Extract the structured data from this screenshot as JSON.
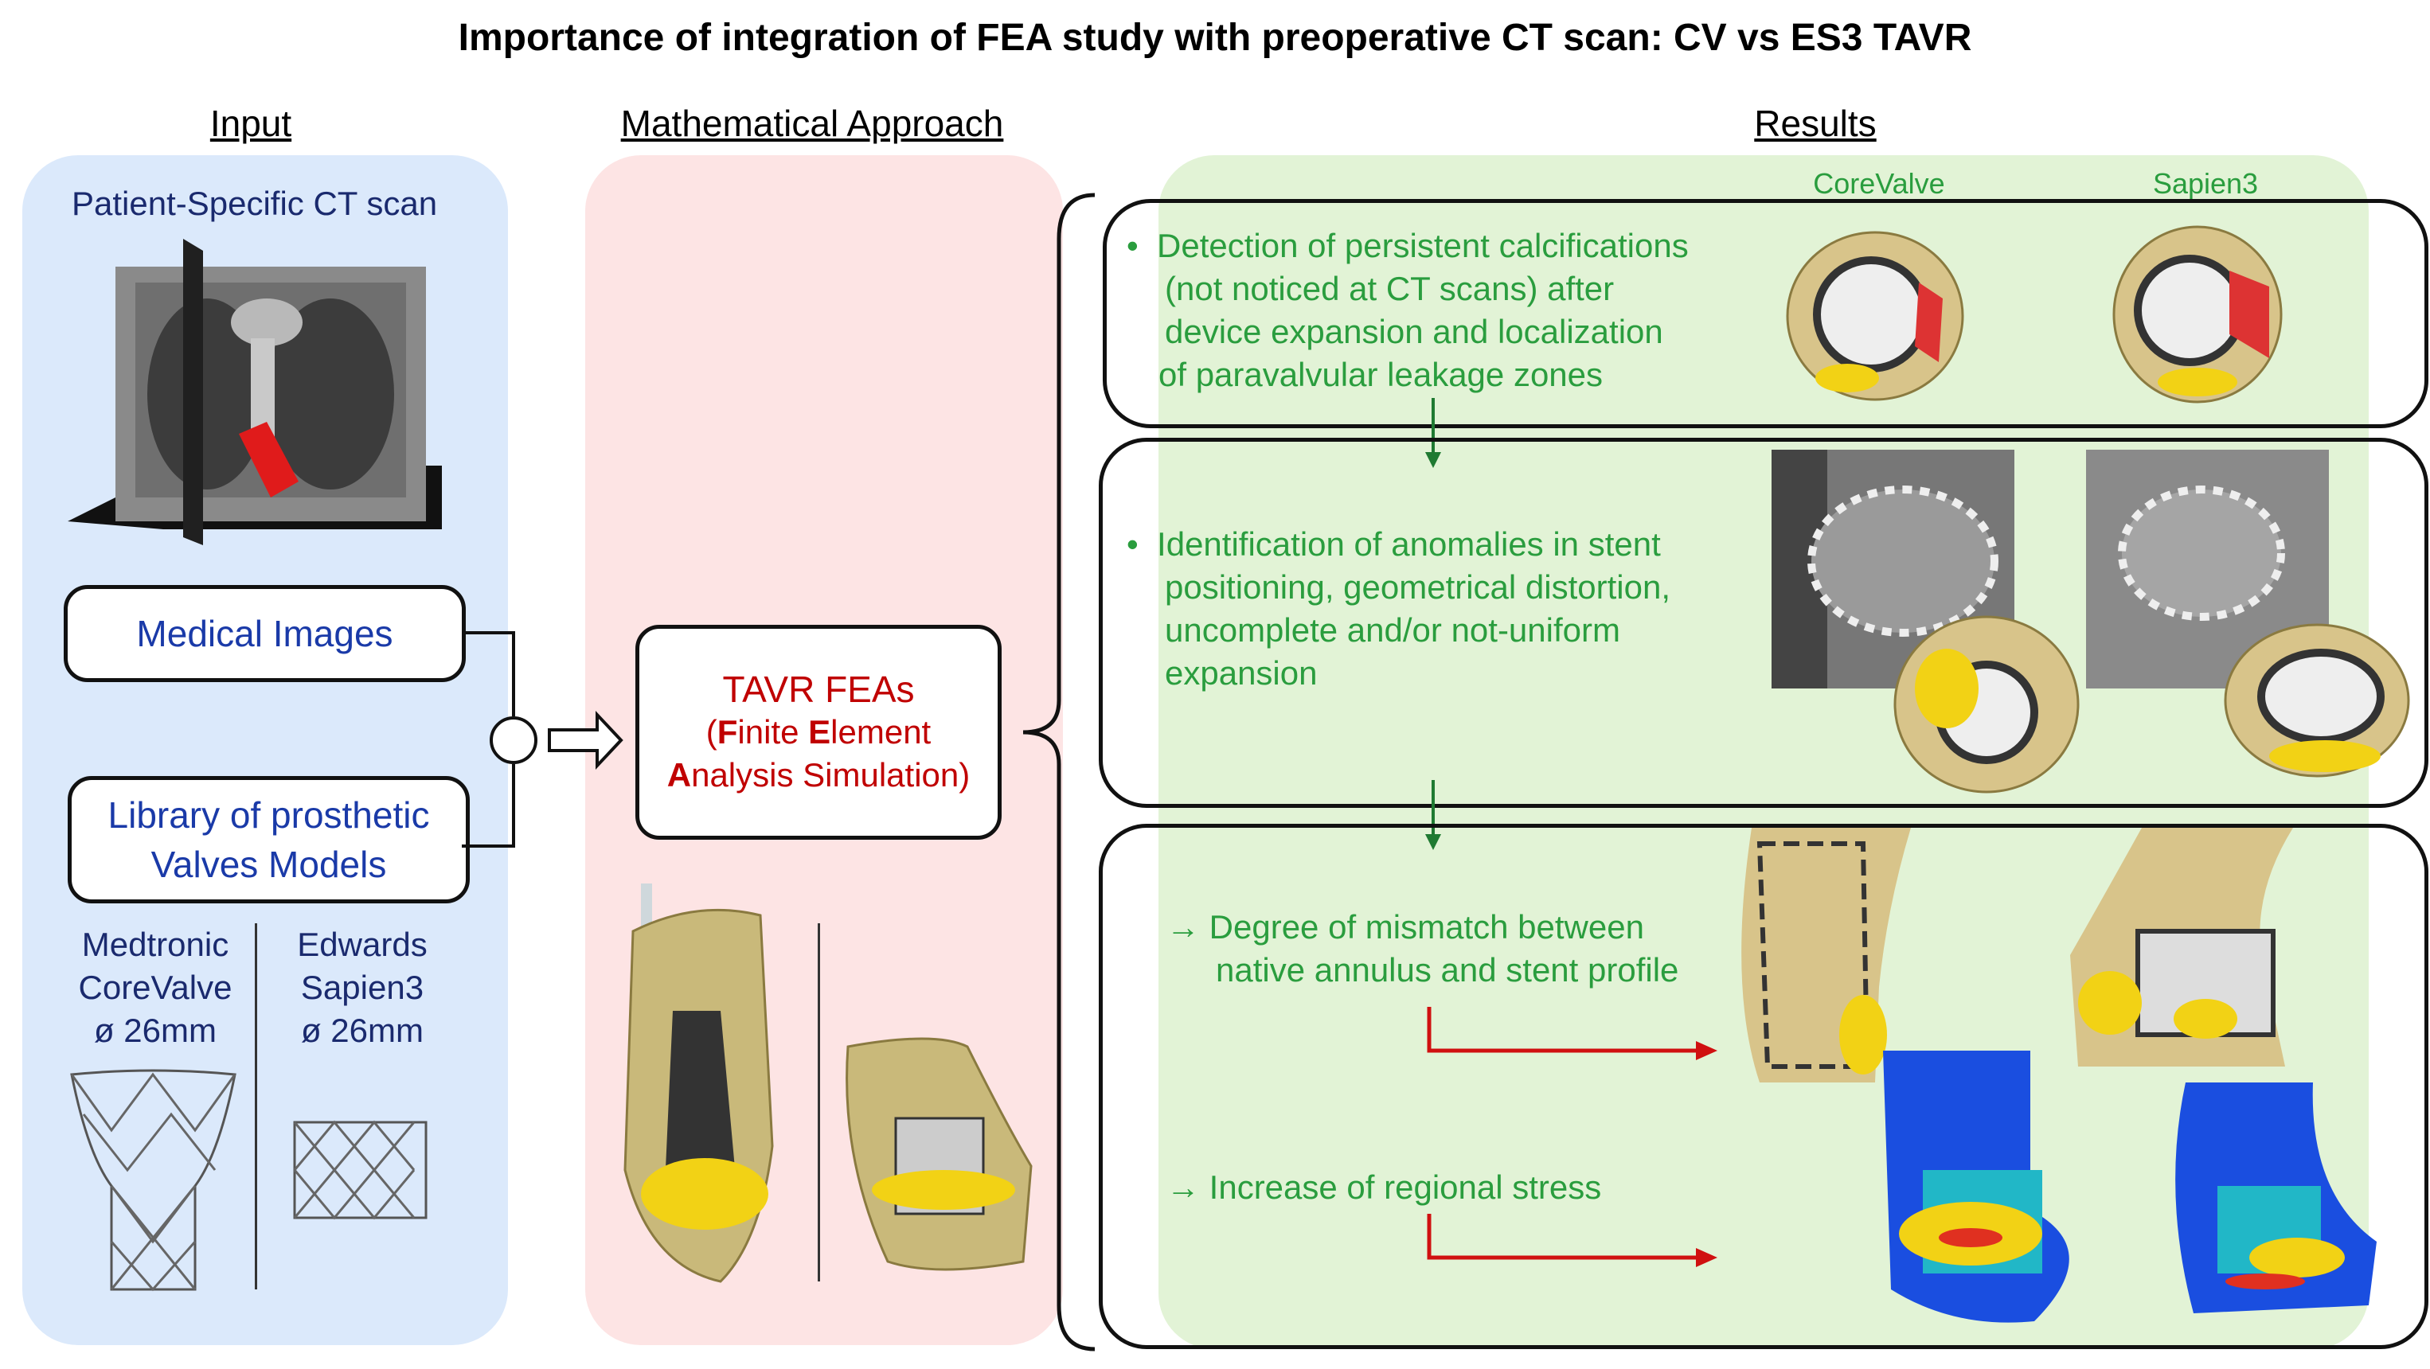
{
  "title": "Importance of integration of FEA study with preoperative CT scan: CV vs ES3 TAVR",
  "input": {
    "heading": "Input",
    "ct_label": "Patient-Specific CT scan",
    "box1": "Medical Images",
    "box2_line1": "Library of prosthetic",
    "box2_line2": "Valves Models",
    "valve1": [
      "Medtronic",
      "CoreValve",
      "ø 26mm"
    ],
    "valve2": [
      "Edwards",
      "Sapien3",
      "ø 26mm"
    ]
  },
  "math": {
    "heading": "Mathematical Approach",
    "box_title": "TAVR FEAs",
    "box_line2_parts": [
      "(",
      "F",
      "inite ",
      "E",
      "lement"
    ],
    "box_line3_parts": [
      "A",
      "nalysis Simulation)"
    ]
  },
  "results": {
    "heading": "Results",
    "col1": "CoreValve",
    "col2": "Sapien3",
    "bullet1": [
      "Detection of persistent calcifications",
      "(not noticed at CT scans) after",
      "device expansion and localization",
      "of paravalvular leakage zones"
    ],
    "bullet2": [
      "Identification of anomalies in stent",
      "positioning, geometrical distortion,",
      "uncomplete and/or not-uniform",
      "expansion"
    ],
    "arrow1": [
      "→ Degree of mismatch between",
      "native annulus and stent profile"
    ],
    "arrow2": "→ Increase of regional stress"
  },
  "colors": {
    "input_panel": "#dbe9fb",
    "math_panel": "#fde4e4",
    "results_panel": "#e2f3d6",
    "text_blue": "#1a3aa8",
    "text_green": "#2a9d3e",
    "text_red": "#c00000"
  }
}
